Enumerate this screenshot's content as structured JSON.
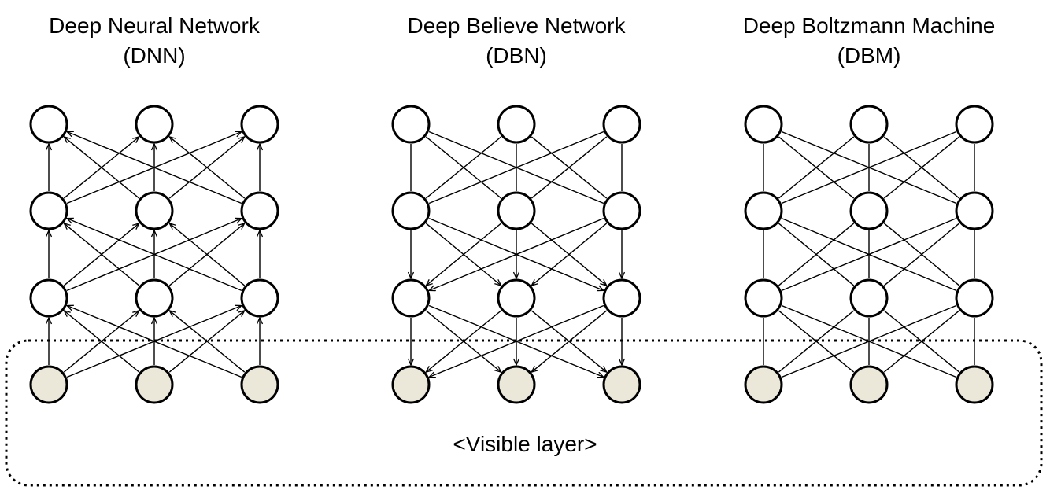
{
  "diagram": {
    "visible_layer_label": "<Visible layer>",
    "networks": [
      {
        "id": "dnn",
        "title": "Deep Neural Network",
        "abbr": "(DNN)",
        "edge_directions": [
          "up",
          "up",
          "up"
        ]
      },
      {
        "id": "dbn",
        "title": "Deep Believe Network",
        "abbr": "(DBN)",
        "edge_directions": [
          "none",
          "down",
          "down"
        ]
      },
      {
        "id": "dbm",
        "title": "Deep Boltzmann Machine",
        "abbr": "(DBM)",
        "edge_directions": [
          "none",
          "none",
          "none"
        ]
      }
    ],
    "structure": {
      "layers": 4,
      "nodes_per_layer": 3
    },
    "colors": {
      "stroke": "#000000",
      "node_fill": "#ffffff",
      "visible_node_fill": "#ebe8da",
      "background": "#ffffff"
    }
  }
}
